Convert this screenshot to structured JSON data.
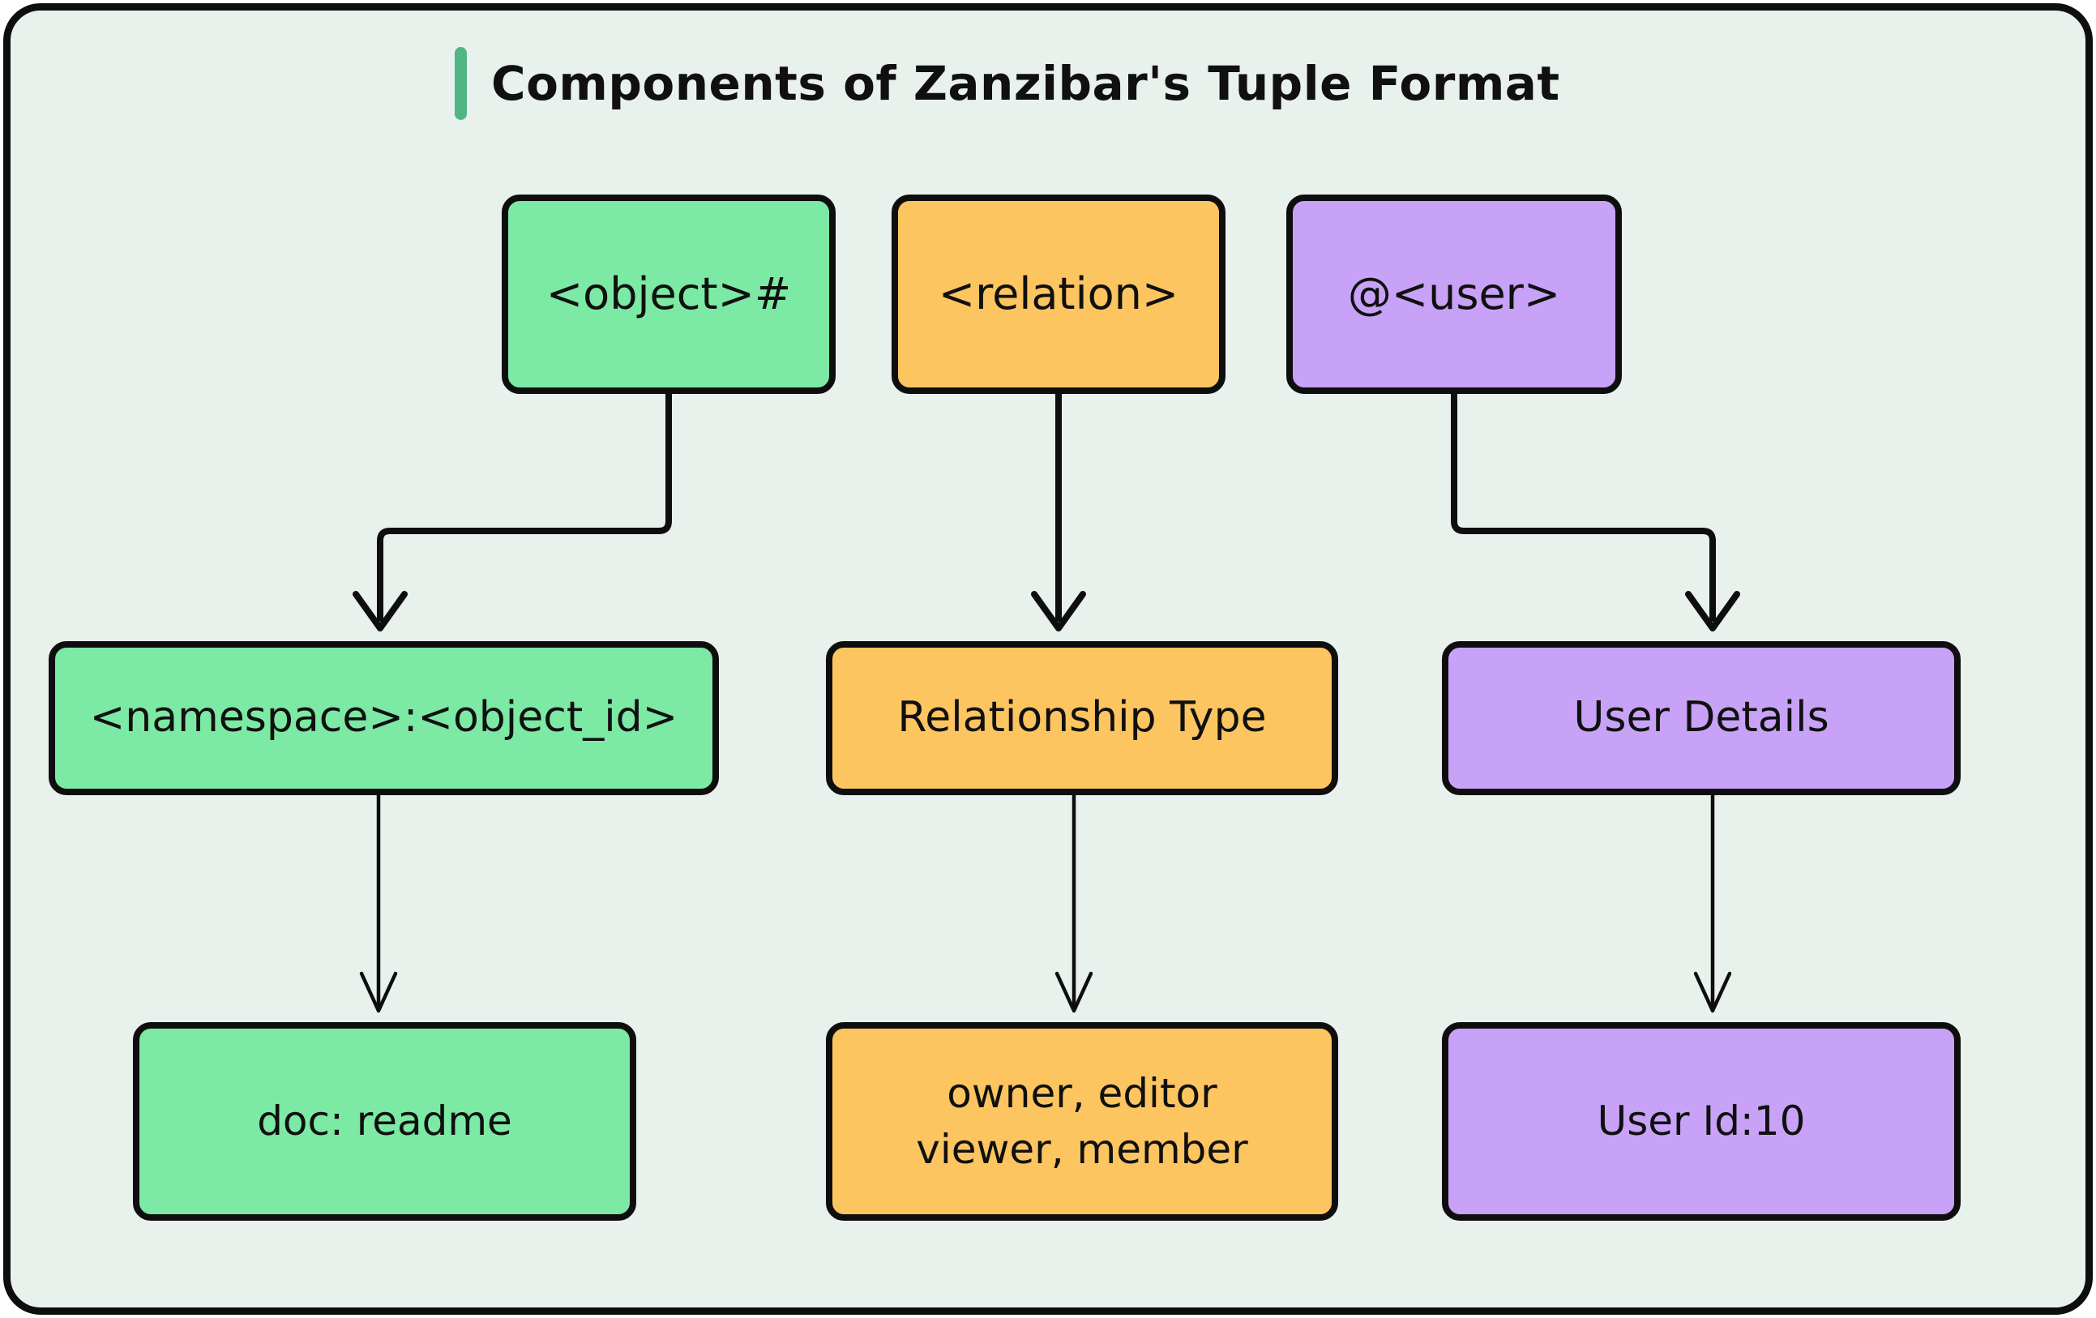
{
  "title": {
    "text": "Components of Zanzibar's Tuple Format",
    "accent_color": "#4fb783"
  },
  "colors": {
    "page": "#ffffff",
    "background": "#e9f1ed",
    "outline": "#0e0e0e",
    "text": "#101010",
    "green": "#7ce9a4",
    "orange": "#fdc55f",
    "purple": "#c7a2f6"
  },
  "columns": [
    {
      "name": "object",
      "top_label": "<object>#",
      "middle_label": "<namespace>:<object_id>",
      "bottom_lines": [
        "doc: readme"
      ]
    },
    {
      "name": "relation",
      "top_label": "<relation>",
      "middle_label": "Relationship Type",
      "bottom_lines": [
        "owner, editor",
        "viewer, member"
      ]
    },
    {
      "name": "user",
      "top_label": "@<user>",
      "middle_label": "User Details",
      "bottom_lines": [
        "User Id:10"
      ]
    }
  ]
}
